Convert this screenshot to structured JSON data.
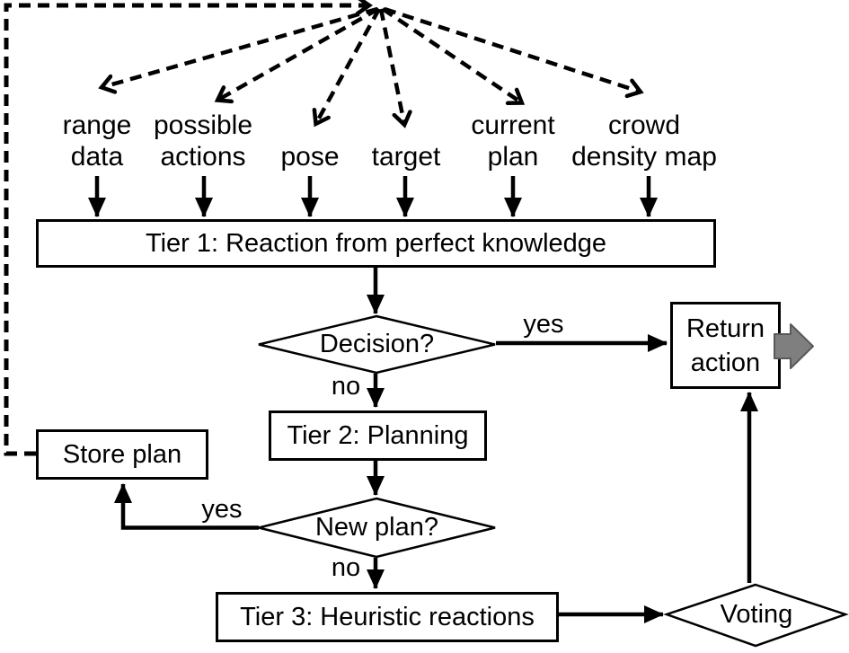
{
  "canvas": {
    "background": "#ffffff",
    "stroke_color": "#000000",
    "exit_arrow_fill": "#7f7f7f",
    "exit_arrow_outline": "#595959"
  },
  "inputs": [
    {
      "lines": [
        "range",
        "data"
      ]
    },
    {
      "lines": [
        "possible",
        "actions"
      ]
    },
    {
      "lines": [
        "pose"
      ]
    },
    {
      "lines": [
        "target"
      ]
    },
    {
      "lines": [
        "current",
        "plan"
      ]
    },
    {
      "lines": [
        "crowd",
        "density map"
      ]
    }
  ],
  "nodes": {
    "tier1": {
      "label": "Tier 1: Reaction from perfect knowledge"
    },
    "decision": {
      "label": "Decision?"
    },
    "return_action": {
      "lines": [
        "Return",
        "action"
      ]
    },
    "tier2": {
      "label": "Tier 2: Planning"
    },
    "store_plan": {
      "label": "Store plan"
    },
    "new_plan": {
      "label": "New plan?"
    },
    "tier3": {
      "label": "Tier 3: Heuristic reactions"
    },
    "voting": {
      "label": "Voting"
    }
  },
  "edge_labels": {
    "decision_yes": "yes",
    "decision_no": "no",
    "new_plan_yes": "yes",
    "new_plan_no": "no"
  }
}
